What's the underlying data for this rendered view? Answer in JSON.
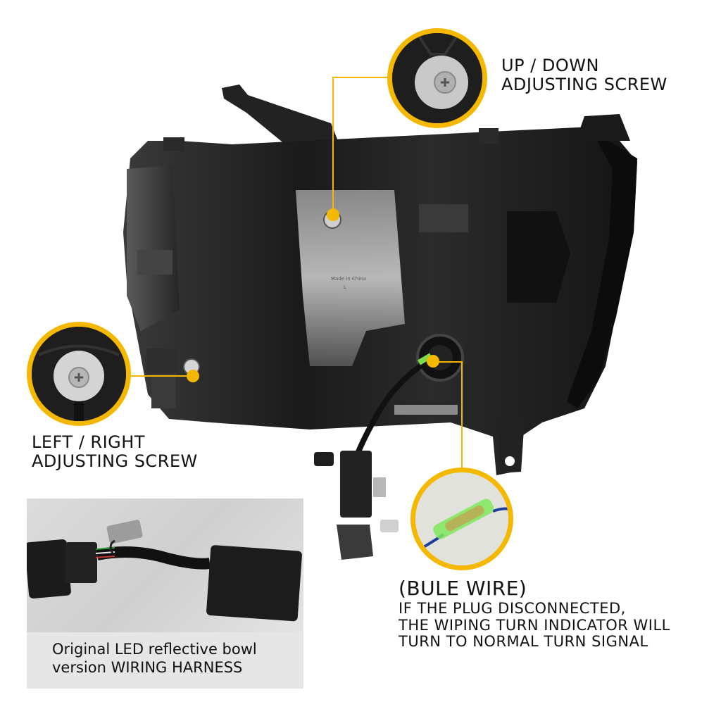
{
  "colors": {
    "accent": "#f5b800",
    "text": "#111111",
    "housing": "#1c1c1c",
    "caption_bg": "#e6e6e6"
  },
  "callouts": {
    "up_down": {
      "line1": "UP / DOWN",
      "line2": "ADJUSTING SCREW",
      "icon": "screw-icon"
    },
    "left_right": {
      "line1": "LEFT / RIGHT",
      "line2": "ADJUSTING SCREW",
      "icon": "screw-icon"
    },
    "blue_wire": {
      "title": "(BULE WIRE)",
      "line1": "IF THE PLUG DISCONNECTED,",
      "line2": "THE WIPING TURN INDICATOR WILL",
      "line3": "TURN TO NORMAL TURN SIGNAL",
      "icon": "connector-sleeve-icon"
    }
  },
  "harness": {
    "caption_line1": "Original LED reflective bowl",
    "caption_line2": "version WIRING HARNESS"
  },
  "housing_marking": {
    "line1": "Made in China",
    "line2": "L"
  }
}
